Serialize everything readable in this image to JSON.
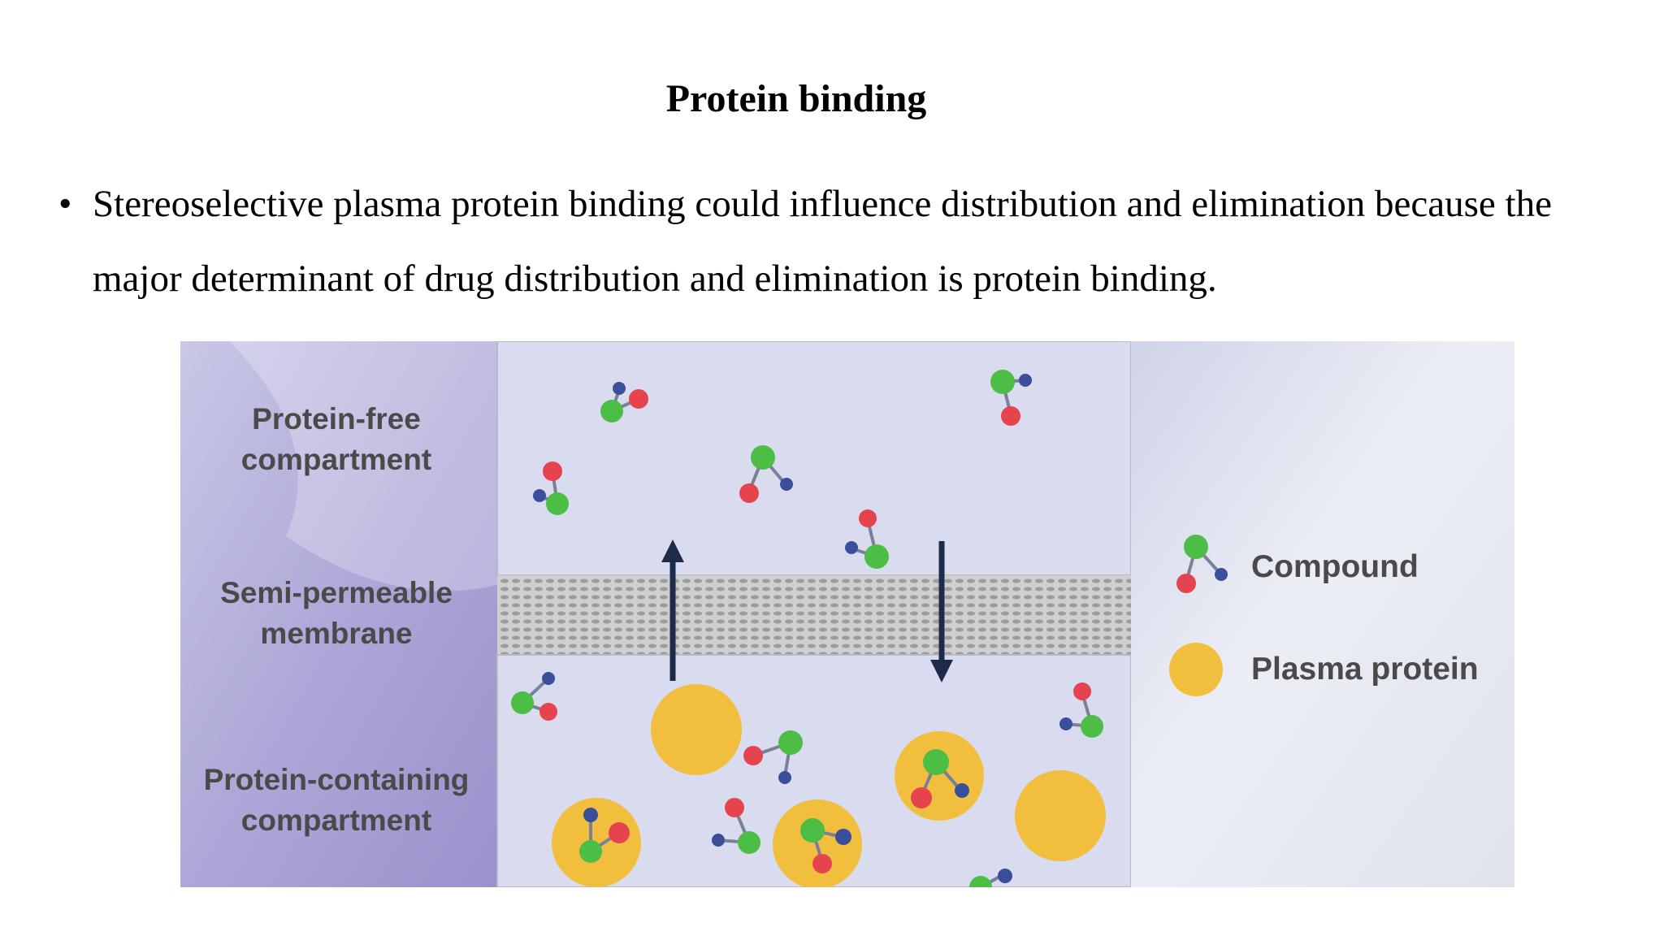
{
  "slide": {
    "title": "Protein binding",
    "bullet_symbol": "•",
    "bullet_text": "Stereoselective plasma protein binding could influence distribution and elimination because the major determinant of drug distribution and elimination is protein binding."
  },
  "diagram": {
    "labels": {
      "protein_free_line1": "Protein-free",
      "protein_free_line2": "compartment",
      "membrane_line1": "Semi-permeable",
      "membrane_line2": "membrane",
      "protein_containing_line1": "Protein-containing",
      "protein_containing_line2": "compartment"
    },
    "legend": {
      "compound": "Compound",
      "plasma_protein": "Plasma protein"
    },
    "colors": {
      "left_panel": "#aba6d8",
      "compartment": "#d9dbef",
      "legend_panel": "#e6e8f2",
      "membrane": "#c4c4c4",
      "arrow": "#1e2a4a",
      "protein": "#f1be3d",
      "atom_green": "#4cbd45",
      "atom_red": "#e5444f",
      "atom_blue": "#3a4f9a"
    },
    "icons": [
      "compound-molecule-icon",
      "plasma-protein-icon",
      "transport-arrow-icon"
    ]
  }
}
